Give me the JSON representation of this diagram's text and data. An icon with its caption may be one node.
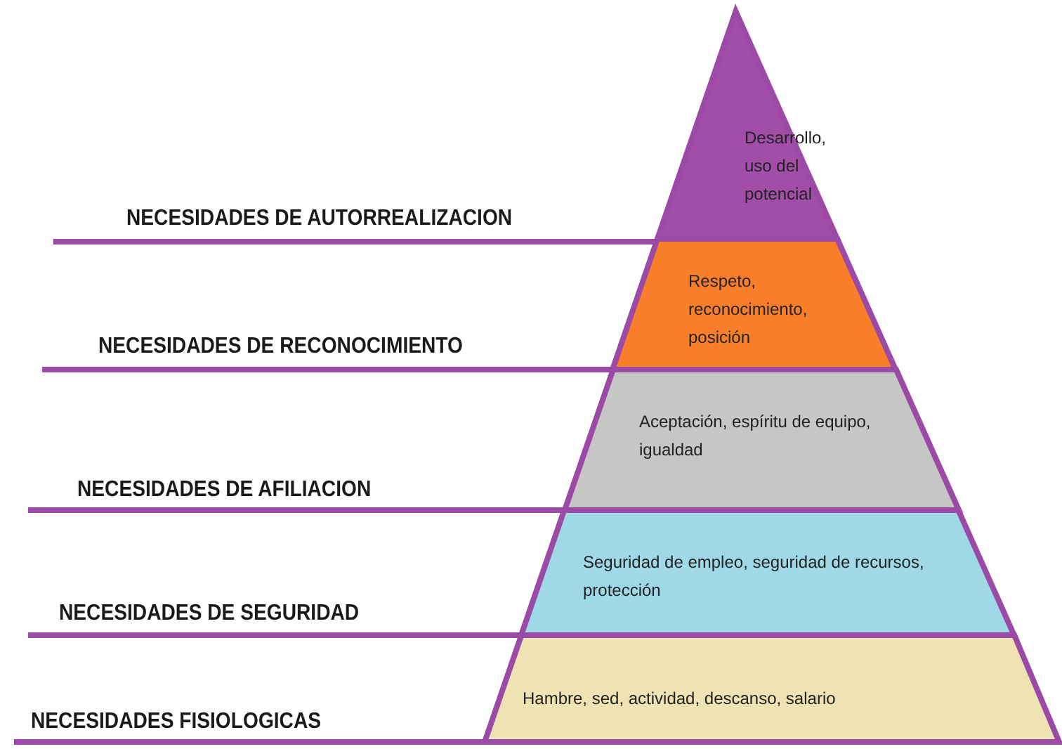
{
  "diagram": {
    "nodes": [
      {
        "text": [
          "Desarrollo, uso del potencial"
        ]
      },
      {
        "text": [
          "Respeto, reconocimiento, posición"
        ]
      },
      {
        "text": [
          "Aceptación, espíritu de equipo, igualdad"
        ]
      },
      {
        "text": [
          "Seguridad de empleo, seguridad de recursos, protección"
        ]
      },
      {
        "text": [
          "Hambre, sed, actividad, descanso, salario"
        ]
      }
    ],
    "edges": [],
    "labels": [
      "NECESIDADES DE AUTORREALIZACION",
      "NECESIDADES DE RECONOCIMIENTO",
      "NECESIDADES DE AFILIACION",
      "NECESIDADES DE SEGURIDAD",
      "NECESIDADES FISIOLOGICAS"
    ]
  }
}
